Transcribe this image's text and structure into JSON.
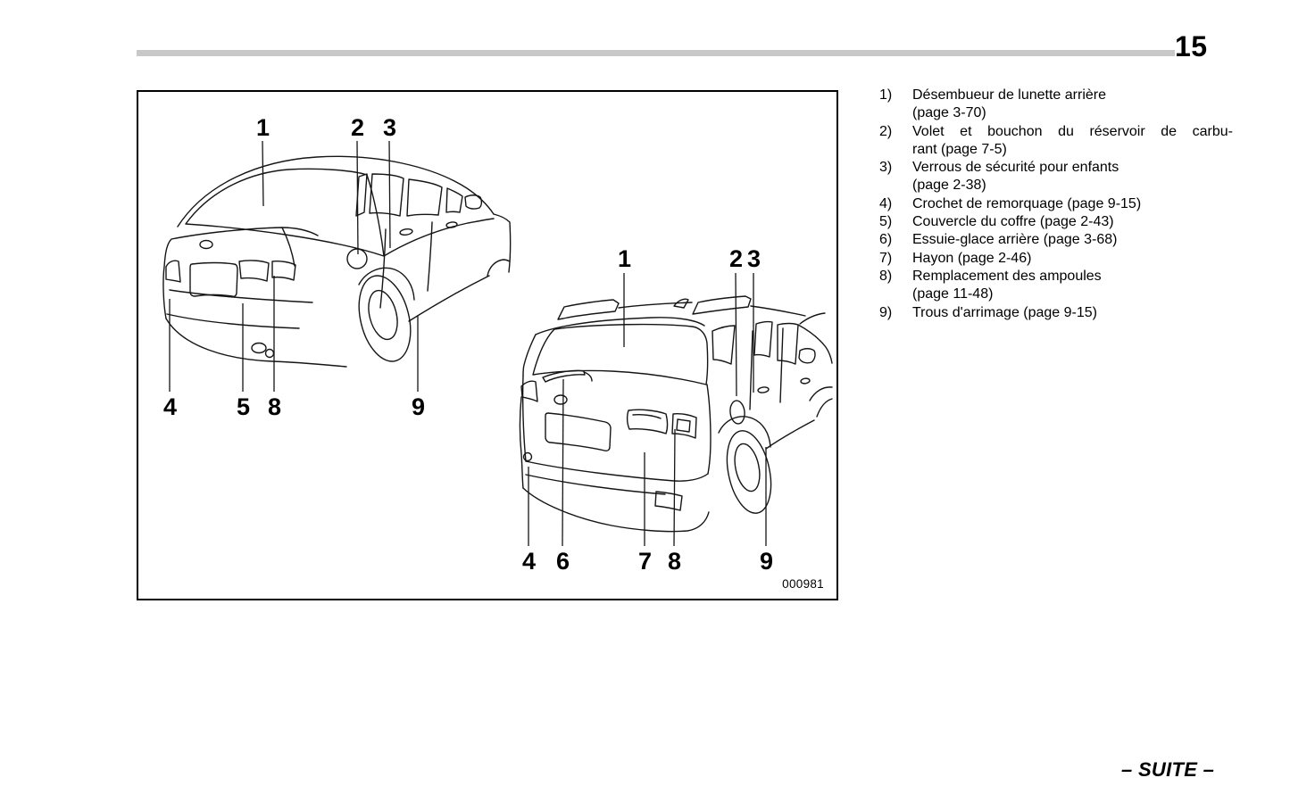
{
  "page": {
    "number": "15",
    "footer": "– SUITE –"
  },
  "figure": {
    "code": "000981",
    "sedan_callouts": [
      "1",
      "2",
      "3",
      "4",
      "5",
      "8",
      "9"
    ],
    "wagon_callouts": [
      "1",
      "2",
      "3",
      "4",
      "6",
      "7",
      "8",
      "9"
    ]
  },
  "parts_list": {
    "items": [
      {
        "num": "1)",
        "lines": [
          "Désembueur de lunette arrière",
          "(page 3-70)"
        ]
      },
      {
        "num": "2)",
        "lines": [
          "Volet et bouchon du réservoir de carbu-",
          "rant (page 7-5)"
        ]
      },
      {
        "num": "3)",
        "lines": [
          "Verrous de sécurité pour enfants",
          "(page 2-38)"
        ]
      },
      {
        "num": "4)",
        "lines": [
          "Crochet de remorquage (page 9-15)"
        ]
      },
      {
        "num": "5)",
        "lines": [
          "Couvercle du coffre (page 2-43)"
        ]
      },
      {
        "num": "6)",
        "lines": [
          "Essuie-glace arrière (page 3-68)"
        ]
      },
      {
        "num": "7)",
        "lines": [
          "Hayon (page 2-46)"
        ]
      },
      {
        "num": "8)",
        "lines": [
          "Remplacement des ampoules",
          "(page 11-48)"
        ]
      },
      {
        "num": "9)",
        "lines": [
          "Trous d'arrimage (page 9-15)"
        ]
      }
    ]
  }
}
